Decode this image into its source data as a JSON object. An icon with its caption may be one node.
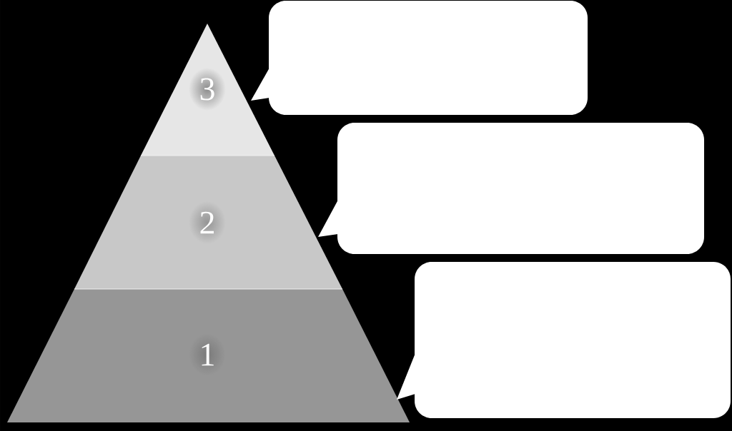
{
  "diagram": {
    "nodes": [
      {
        "text": [
          "3"
        ]
      },
      {
        "text": [
          "2"
        ]
      },
      {
        "text": [
          "1"
        ]
      },
      {
        "text": [],
        "shape": "callout"
      },
      {
        "text": [],
        "shape": "callout"
      },
      {
        "text": [],
        "shape": "callout"
      }
    ]
  }
}
